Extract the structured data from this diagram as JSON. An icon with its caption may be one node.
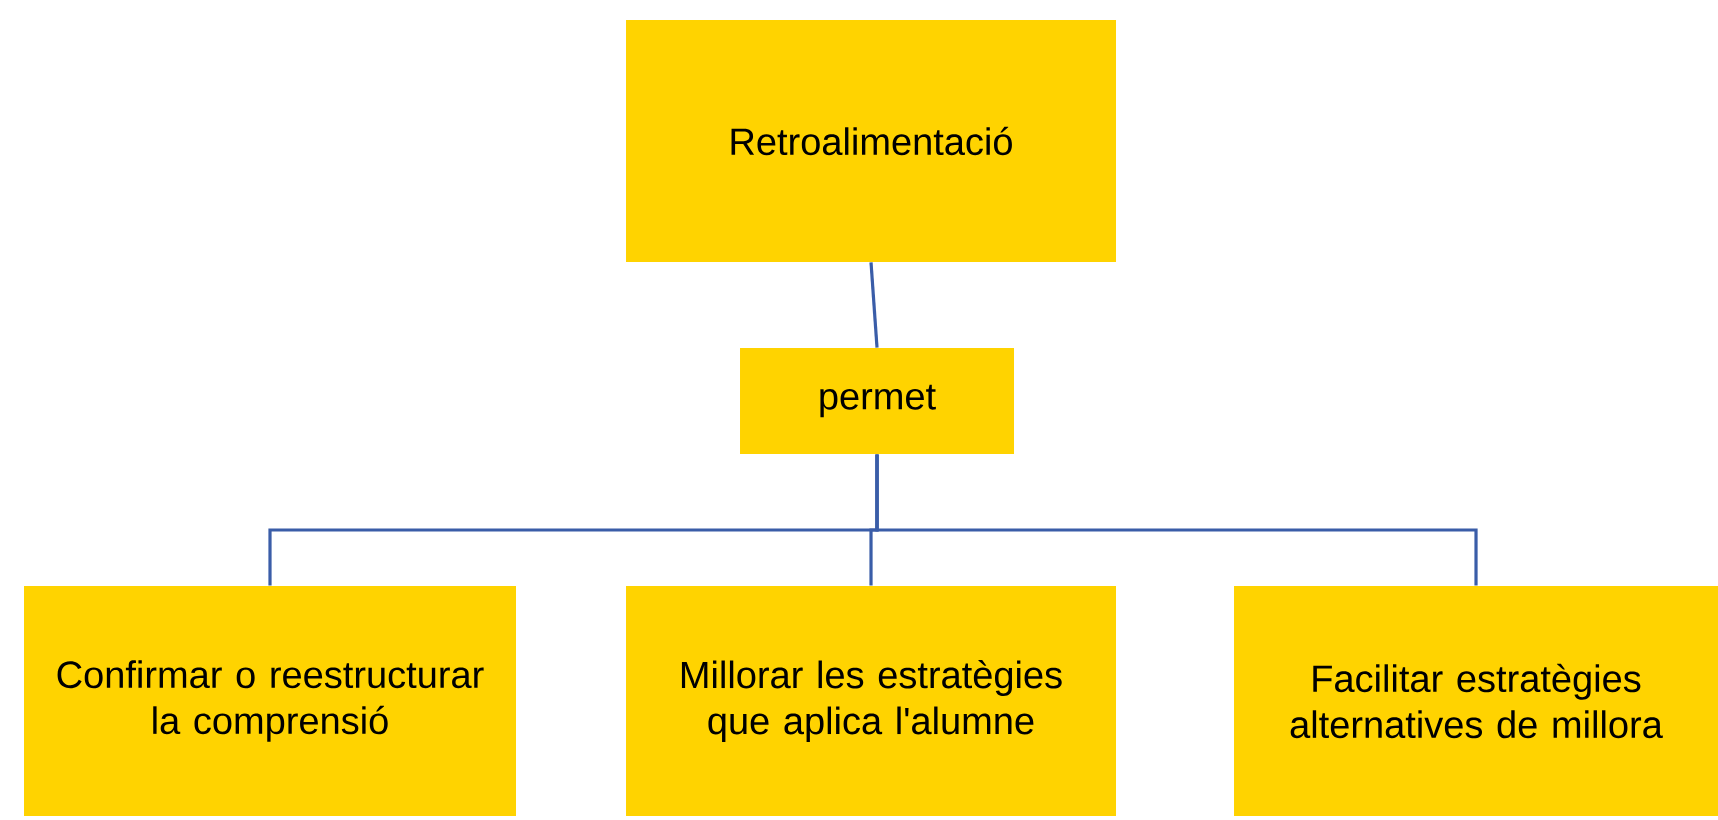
{
  "diagram": {
    "nodes": [
      {
        "text": [
          "Retroalimentació"
        ]
      },
      {
        "text": [
          "permet"
        ]
      },
      {
        "text": [
          "Confirmar o reestructurar la comprensió"
        ]
      },
      {
        "text": [
          "Millorar les estratègies que aplica l'alumne"
        ]
      },
      {
        "text": [
          "Facilitar estratègies alternatives de millora"
        ]
      }
    ],
    "edges": [
      {
        "from": 0,
        "to": 1,
        "arrow": "none"
      },
      {
        "from": 1,
        "to": 2,
        "arrow": "none"
      },
      {
        "from": 1,
        "to": 3,
        "arrow": "none"
      },
      {
        "from": 1,
        "to": 4,
        "arrow": "none"
      }
    ]
  }
}
